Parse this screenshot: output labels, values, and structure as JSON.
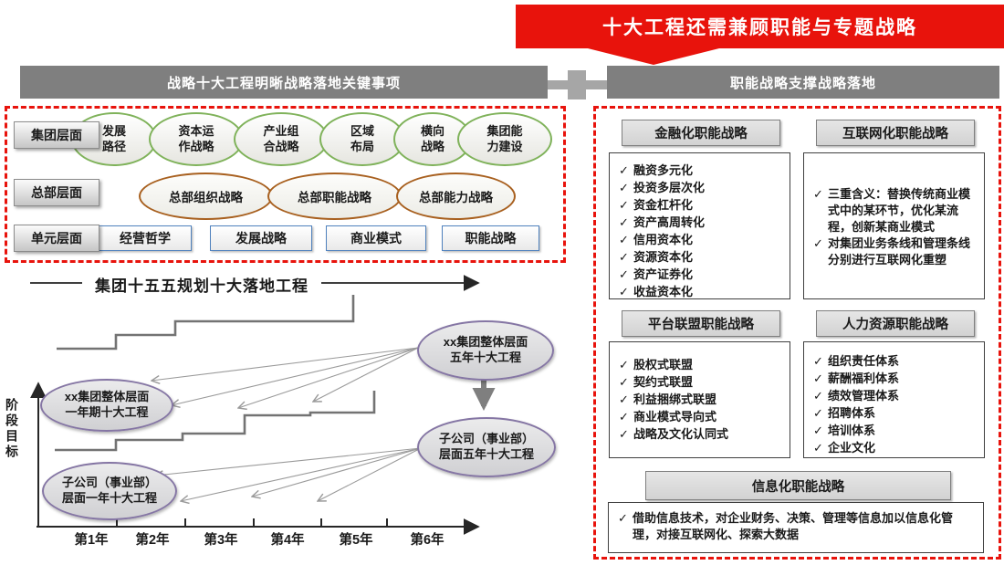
{
  "banner": {
    "text": "十大工程还需兼顾职能与专题战略"
  },
  "left_panel": {
    "header": "战略十大工程明晰战略落地关键事项",
    "rows": [
      {
        "label": "集团层面",
        "items": [
          "发展\n路径",
          "资本运\n作战略",
          "产业组\n合战略",
          "区域\n布局",
          "横向\n战略",
          "集团能\n力建设"
        ]
      },
      {
        "label": "总部层面",
        "items": [
          "总部组织战略",
          "总部职能战略",
          "总部能力战略"
        ]
      },
      {
        "label": "单元层面",
        "items": [
          "经营哲学",
          "发展战略",
          "商业模式",
          "职能战略"
        ]
      }
    ]
  },
  "chart": {
    "title": "集团十五五规划十大落地工程",
    "y_label": "阶段目标",
    "years": [
      "第1年",
      "第2年",
      "第3年",
      "第4年",
      "第5年",
      "第6年"
    ],
    "ovals": {
      "group_one_year": "xx集团整体层面\n一年期十大工程",
      "group_five_year": "xx集团整体层面\n五年十大工程",
      "sub_one_year": "子公司（事业部）\n层面一年十大工程",
      "sub_five_year": "子公司（事业部）\n层面五年十大工程"
    }
  },
  "right_panel": {
    "header": "职能战略支撑战略落地",
    "sections": [
      {
        "title": "金融化职能战略",
        "items": [
          "融资多元化",
          "投资多层次化",
          "资金杠杆化",
          "资产高周转化",
          "信用资本化",
          "资源资本化",
          "资产证券化",
          "收益资本化"
        ]
      },
      {
        "title": "互联网化职能战略",
        "items": [
          "三重含义：替换传统商业模式中的某环节，优化某流程，创新某商业模式",
          "对集团业务条线和管理条线分别进行互联网化重塑"
        ]
      },
      {
        "title": "平台联盟职能战略",
        "items": [
          "股权式联盟",
          "契约式联盟",
          "利益捆绑式联盟",
          "商业模式导向式",
          "战略及文化认同式"
        ]
      },
      {
        "title": "人力资源职能战略",
        "items": [
          "组织责任体系",
          "薪酬福利体系",
          "绩效管理体系",
          "招聘体系",
          "培训体系",
          "企业文化"
        ]
      },
      {
        "title": "信息化职能战略",
        "items": [
          "借助信息技术，对企业财务、决策、管理等信息加以信息化管理，对接互联网化、探索大数据"
        ]
      }
    ]
  },
  "icons": {
    "check": "✓"
  },
  "colors": {
    "accent_red": "#e8130c",
    "header_bar_gray": "#7f7f7f",
    "plus_gray": "#a6a6a6",
    "oval_green_border": "#7fb25a",
    "oval_brown_border": "#a8601f",
    "unit_blue_border": "#4f81bd",
    "chart_oval_purple": "#8576a4",
    "list_box_border": "#3f3f3f"
  }
}
